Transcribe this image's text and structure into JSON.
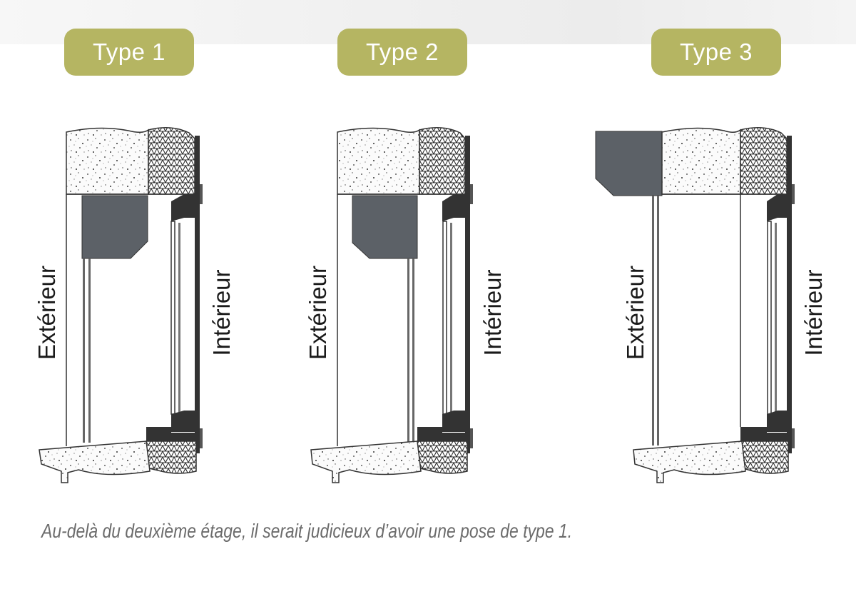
{
  "badge_color": "#b5b562",
  "frame_color": "#5c6167",
  "types": [
    {
      "badge": "Type 1",
      "exterior": "Extérieur",
      "interior": "Intérieur"
    },
    {
      "badge": "Type 2",
      "exterior": "Extérieur",
      "interior": "Intérieur"
    },
    {
      "badge": "Type 3",
      "exterior": "Extérieur",
      "interior": "Intérieur"
    }
  ],
  "caption": "Au-delà du deuxième étage, il serait judicieux d’avoir une pose de type 1."
}
